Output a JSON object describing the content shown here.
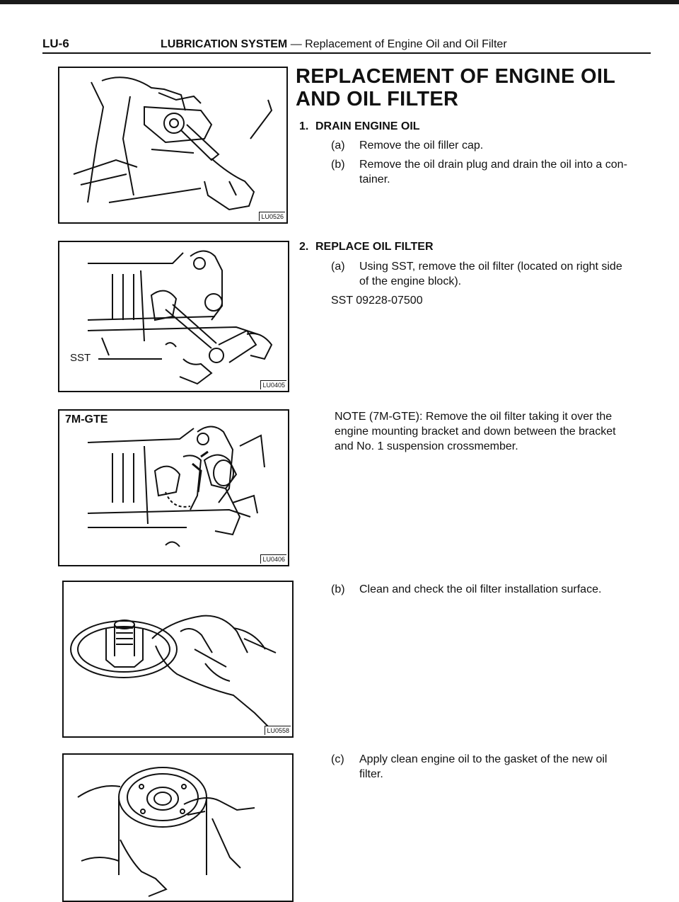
{
  "header": {
    "page_code": "LU-6",
    "section": "LUBRICATION SYSTEM",
    "dash": "—",
    "subtitle": "Replacement of Engine Oil and Oil Filter"
  },
  "heading": {
    "line1": "REPLACEMENT OF ENGINE OIL",
    "line2": "AND OIL FILTER"
  },
  "steps": [
    {
      "num": "1.",
      "title": "DRAIN ENGINE OIL",
      "items": [
        {
          "label": "(a)",
          "text": "Remove the oil filler cap."
        },
        {
          "label": "(b)",
          "text_line1": "Remove the oil drain plug and drain the oil into a con-",
          "text_line2": "tainer."
        }
      ]
    },
    {
      "num": "2.",
      "title": "REPLACE OIL FILTER",
      "items": [
        {
          "label": "(a)",
          "text_line1": "Using SST, remove the oil filter (located on right side",
          "text_line2": "of the engine block)."
        },
        {
          "sst": "SST 09228-07500"
        }
      ]
    }
  ],
  "note": {
    "line1": "NOTE (7M-GTE):  Remove the oil filter taking it over the",
    "line2": "engine mounting bracket and down between the bracket",
    "line3": "and No. 1 suspension crossmember."
  },
  "step_b": {
    "label": "(b)",
    "text": "Clean and check the oil filter installation surface."
  },
  "step_c": {
    "label": "(c)",
    "text_line1": "Apply clean engine oil to the gasket of the new oil",
    "text_line2": "filter."
  },
  "figures": [
    {
      "code": "LU0526"
    },
    {
      "code": "LU0405",
      "callout": "SST"
    },
    {
      "code": "LU0406",
      "tag": "7M-GTE"
    },
    {
      "code": "LU0558"
    },
    {
      "code": ""
    }
  ]
}
